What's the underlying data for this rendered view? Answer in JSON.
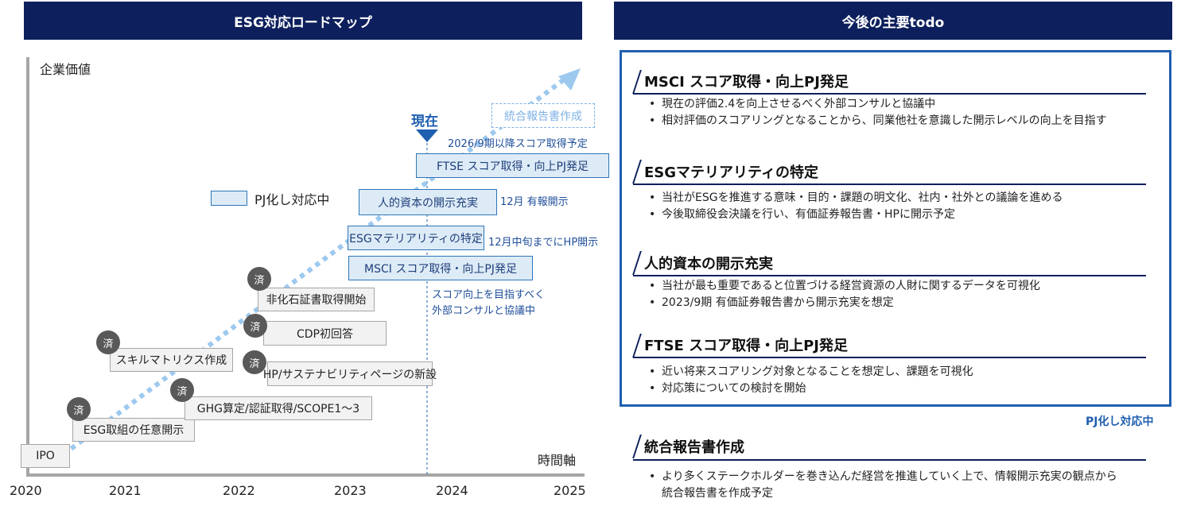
{
  "left_header": "ESG対応ロードマップ",
  "right_header": "今後の主要todo",
  "axes": {
    "y_label": "企業価値",
    "x_label": "時間軸",
    "years": [
      "2020",
      "2021",
      "2022",
      "2023",
      "2024",
      "2025"
    ]
  },
  "now_label": "現在",
  "legend_label": "PJ化し対応中",
  "done_badge": "済",
  "completed_items": [
    "IPO",
    "ESG取組の任意開示",
    "GHG算定/認証取得/SCOPE1～3",
    "スキルマトリクス作成",
    "HP/サステナビリティページの新設",
    "CDP初回答",
    "非化石証書取得開始"
  ],
  "active_items": [
    "MSCI スコア取得・向上PJ発足",
    "ESGマテリアリティの特定",
    "人的資本の開示充実",
    "FTSE スコア取得・向上PJ発足"
  ],
  "future_item": "統合報告書作成",
  "notes": {
    "msci": [
      "スコア向上を目指すべく",
      "外部コンサルと協議中"
    ],
    "materiality": "12月中旬までにHP開示",
    "human_capital": "12月 有報開示",
    "ftse": "2026/9期以降スコア取得予定"
  },
  "todo_sections": [
    {
      "title": "MSCI スコア取得・向上PJ発足",
      "bullets": [
        "現在の評価2.4を向上させるべく外部コンサルと協議中",
        "相対評価のスコアリングとなることから、同業他社を意識した開示レベルの向上を目指す"
      ]
    },
    {
      "title": "ESGマテリアリティの特定",
      "bullets": [
        "当社がESGを推進する意味・目的・課題の明文化、社内・社外との議論を進める",
        "今後取締役会決議を行い、有価証券報告書・HPに開示予定"
      ]
    },
    {
      "title": "人的資本の開示充実",
      "bullets": [
        "当社が最も重要であると位置づける経営資源の人財に関するデータを可視化",
        "2023/9期 有価証券報告書から開示充実を想定"
      ]
    },
    {
      "title": "FTSE スコア取得・向上PJ発足",
      "bullets": [
        "近い将来スコアリング対象となることを想定し、課題を可視化",
        "対応策についての検討を開始"
      ]
    }
  ],
  "pj_label": "PJ化し対応中",
  "future_section": {
    "title": "統合報告書作成",
    "bullets": [
      "より多くステークホルダーを巻き込んだ経営を推進していく上で、情報開示充実の観点から",
      "統合報告書を作成予定"
    ]
  },
  "colors": {
    "navy": "#0d1f5c",
    "accent_blue": "#1f5fb0",
    "light_blue_fill": "#ddebf7",
    "arrow": "#9dc9ef"
  }
}
